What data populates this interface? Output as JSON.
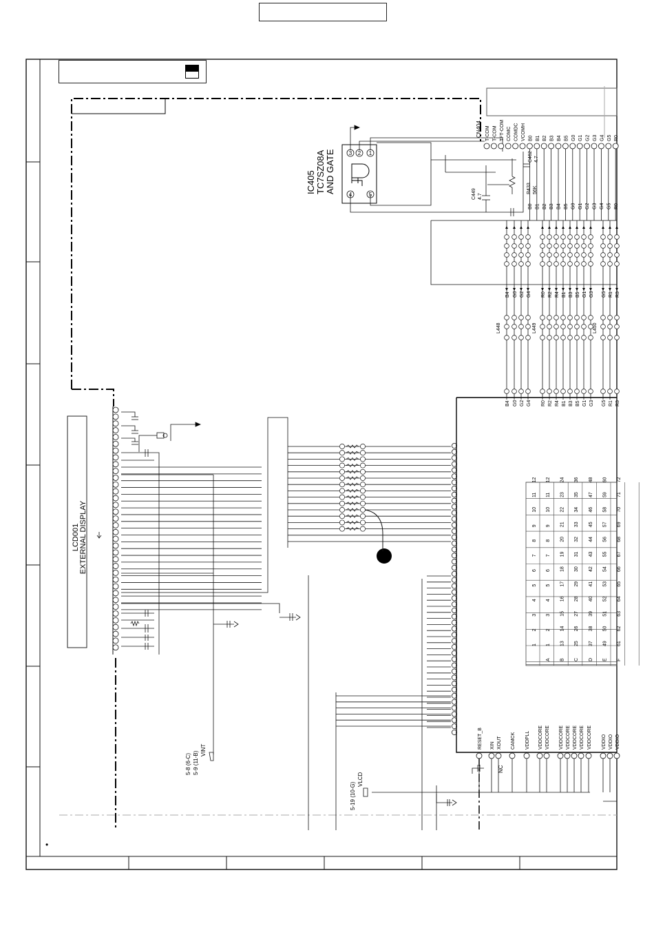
{
  "header": {
    "title_box": ""
  },
  "frame": {
    "legend_box": ""
  },
  "display": {
    "ref": "LCD001",
    "name": "EXTERNAL DISPLAY"
  },
  "gate": {
    "ref": "IC405",
    "part": "TC7SZ08A",
    "func": "AND GATE",
    "pins": [
      "1",
      "2",
      "3",
      "4",
      "5"
    ]
  },
  "connector": {
    "ref": "CN404",
    "pins_top": [
      "T-COM",
      "T-COM",
      "TFT-COM",
      "COMC",
      "COMDC",
      "VCOMH",
      "B0",
      "B1",
      "B2",
      "B3",
      "B4",
      "B5",
      "G0",
      "G1",
      "G2",
      "G3",
      "G4",
      "G5",
      "R0"
    ],
    "pins_bottom": [
      "B0",
      "B1",
      "B2",
      "B3",
      "B4",
      "B5",
      "G0",
      "G1",
      "G2",
      "G3",
      "G4",
      "G5",
      "R0"
    ]
  },
  "components": {
    "c449": "C449",
    "c449_val": "4.7",
    "r433": "R433",
    "r433_val": "56K",
    "c462": "C462",
    "c462_val": "4.7",
    "l448": "L448",
    "l449": "L449",
    "l450": "L450"
  },
  "filter_labels": {
    "group1": [
      "B4",
      "G0",
      "G2",
      "G4"
    ],
    "group2": [
      "R0",
      "R2",
      "R4",
      "B1",
      "B3",
      "B5",
      "G1",
      "G3"
    ],
    "group3": [
      "G5",
      "R1",
      "R3"
    ]
  },
  "ic_bottom_pins": [
    "RESET_B",
    "XIN",
    "XOUT",
    "CAMCK",
    "VDDPLL",
    "VDDCORE",
    "VDDCORE",
    "VDDCORE",
    "VDDCORE",
    "VDDCORE",
    "VDDCORE",
    "VDDCORE",
    "VDDIO",
    "VDDIO",
    "VDDIO"
  ],
  "nc_label": "NC",
  "refs": {
    "vint_ref1": "5-8 (6-C)",
    "vint_ref2": "5-9 (11-B)",
    "vint": "VINT",
    "vlcd_ref": "5-19 (10-G)",
    "vlcd": "VLCD"
  },
  "grid": {
    "row_labels": [
      "A",
      "B",
      "C",
      "D",
      "E",
      "F"
    ],
    "col_labels": [
      "1",
      "2",
      "3",
      "4",
      "5",
      "6",
      "7",
      "8",
      "9",
      "10",
      "11",
      "12"
    ],
    "rows": [
      [
        "1",
        "2",
        "3",
        "4",
        "5",
        "6",
        "7",
        "8",
        "9",
        "10",
        "11",
        "12"
      ],
      [
        "13",
        "14",
        "15",
        "16",
        "17",
        "18",
        "19",
        "20",
        "21",
        "22",
        "23",
        "24"
      ],
      [
        "25",
        "26",
        "27",
        "28",
        "29",
        "30",
        "31",
        "32",
        "33",
        "34",
        "35",
        "36"
      ],
      [
        "37",
        "38",
        "39",
        "40",
        "41",
        "42",
        "43",
        "44",
        "45",
        "46",
        "47",
        "48"
      ],
      [
        "49",
        "50",
        "51",
        "52",
        "53",
        "54",
        "55",
        "56",
        "57",
        "58",
        "59",
        "60"
      ],
      [
        "61",
        "62",
        "63",
        "64",
        "65",
        "66",
        "67",
        "68",
        "69",
        "70",
        "71",
        "72"
      ]
    ]
  },
  "bullet": "•"
}
